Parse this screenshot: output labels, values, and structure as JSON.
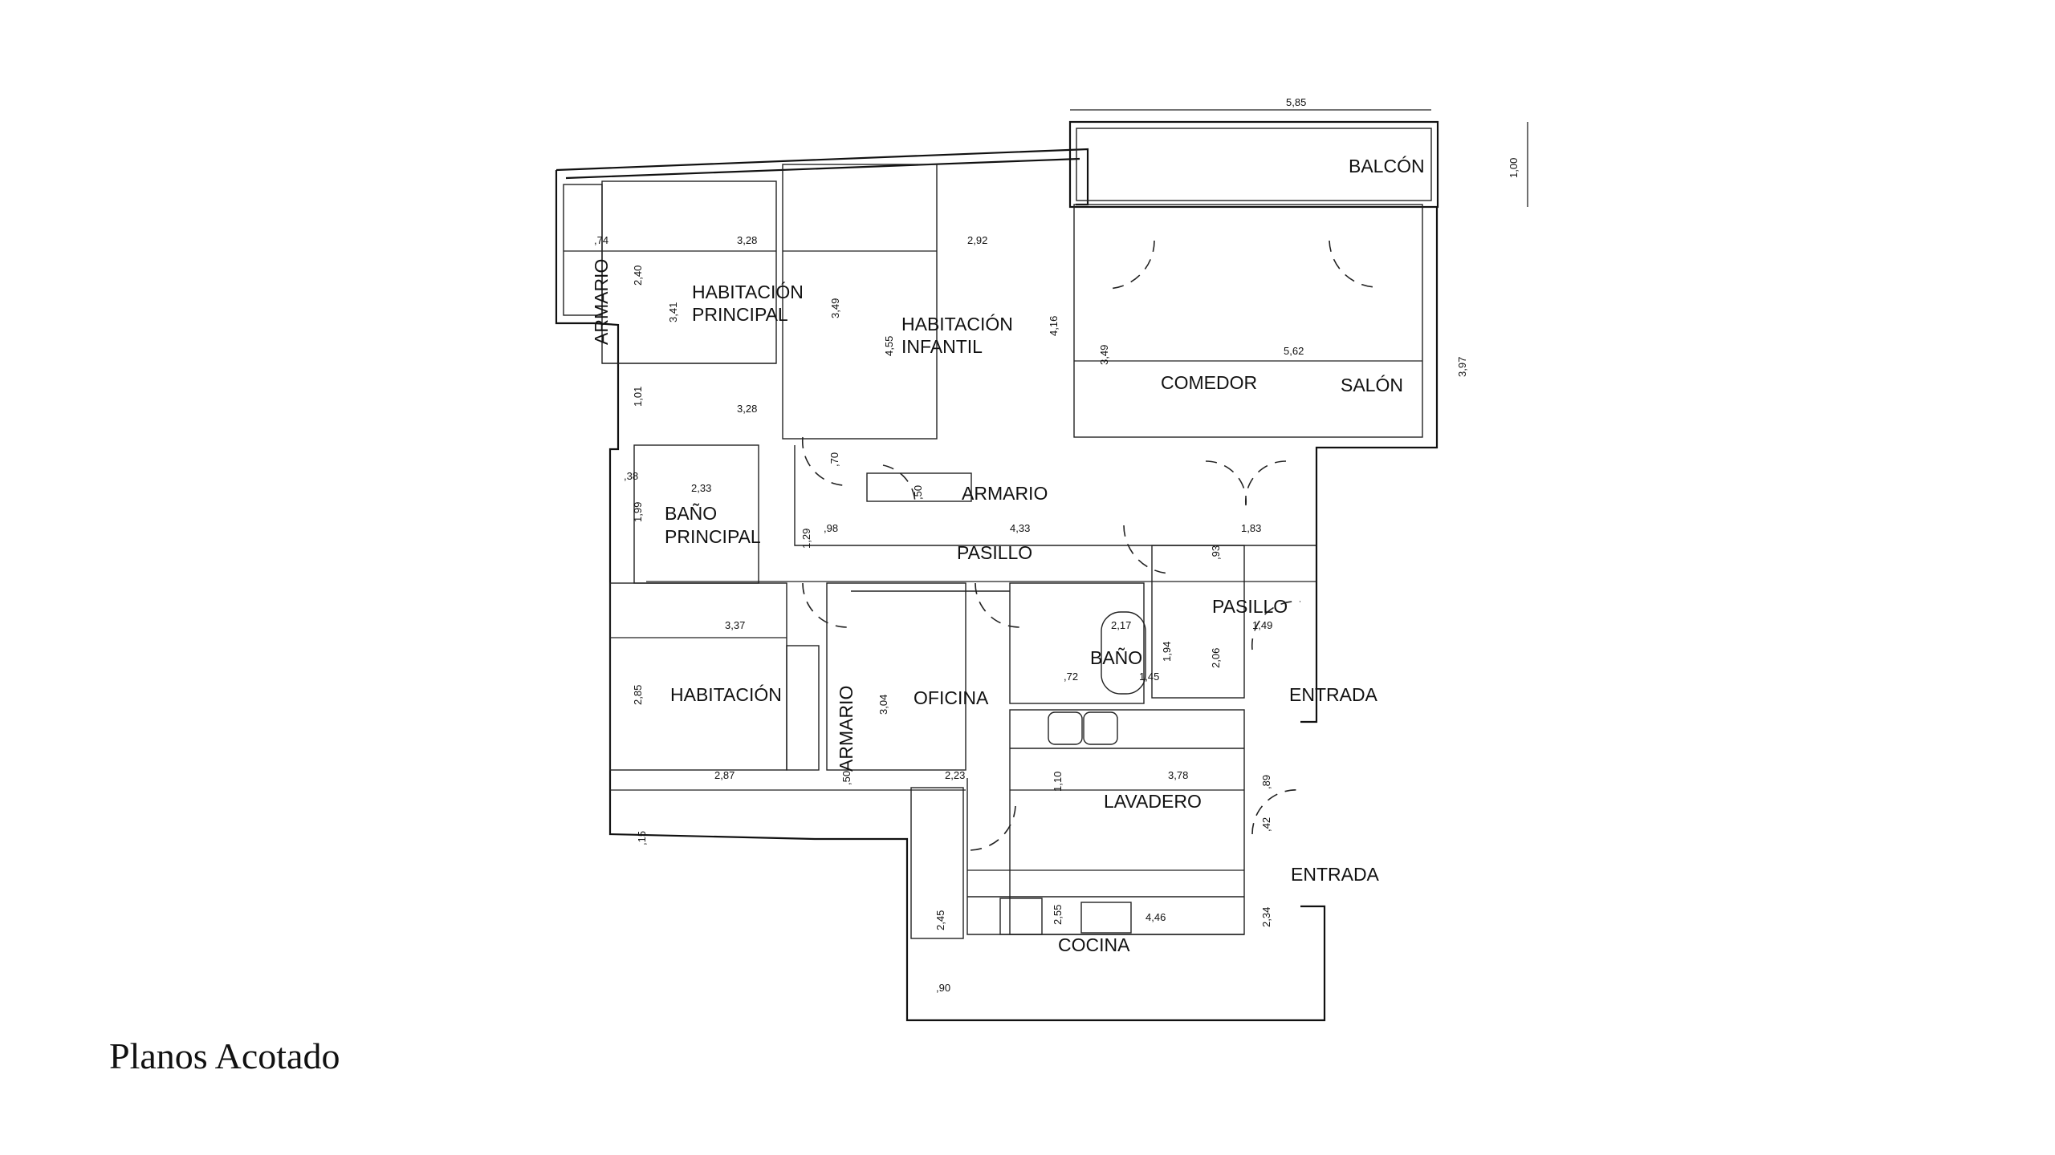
{
  "title": "Planos Acotado",
  "rooms": {
    "balcon": "BALCÓN",
    "armario_1": "ARMARIO",
    "hab_principal_1": "HABITACIÓN",
    "hab_principal_2": "PRINCIPAL",
    "hab_infantil_1": "HABITACIÓN",
    "hab_infantil_2": "INFANTIL",
    "comedor": "COMEDOR",
    "salon": "SALÓN",
    "armario_2": "ARMARIO",
    "bano_principal_1": "BAÑO",
    "bano_principal_2": "PRINCIPAL",
    "pasillo_1": "PASILLO",
    "pasillo_2": "PASILLO",
    "bano": "BAÑO",
    "entrada_1": "ENTRADA",
    "entrada_2": "ENTRADA",
    "habitacion": "HABITACIÓN",
    "armario_3": "ARMARIO",
    "oficina": "OFICINA",
    "lavadero": "LAVADERO",
    "cocina": "COCINA"
  },
  "dims": {
    "balcon_w": "5,85",
    "balcon_h": "1,00",
    "armario_w": ",74",
    "hp_w_top": "3,28",
    "hi_w": "2,92",
    "hp_2_40": "2,40",
    "hp_3_41": "3,41",
    "hp_3_49": "3,49",
    "hi_4_55": "4,55",
    "hi_4_16": "4,16",
    "sal_3_49": "3,49",
    "sal_5_62": "5,62",
    "sal_3_97": "3,97",
    "hp_1_01": "1,01",
    "hp_w_bot": "3,28",
    "d_70": ",70",
    "d_38": ",38",
    "bp_2_33": "2,33",
    "d_50a": ",50",
    "bp_1_99": "1,99",
    "p_1_29": "1,29",
    "p_98": ",98",
    "p_4_33": "4,33",
    "p_1_83": "1,83",
    "p_93": ",93",
    "p_1_49": "1,49",
    "b_2_17": "2,17",
    "b_1_94": "1,94",
    "b_72": ",72",
    "b_1_45": "1,45",
    "p_2_06": "2,06",
    "h_3_37": "3,37",
    "h_2_85": "2,85",
    "h_2_87": "2,87",
    "a_50": ",50",
    "o_3_04": "3,04",
    "o_2_23": "2,23",
    "l_1_10": "1,10",
    "l_3_78": "3,78",
    "l_89": ",89",
    "l_42": ",42",
    "h_15": ",15",
    "c_2_45": "2,45",
    "c_2_55": "2,55",
    "c_4_46": "4,46",
    "c_2_34": "2,34",
    "c_90": ",90"
  }
}
